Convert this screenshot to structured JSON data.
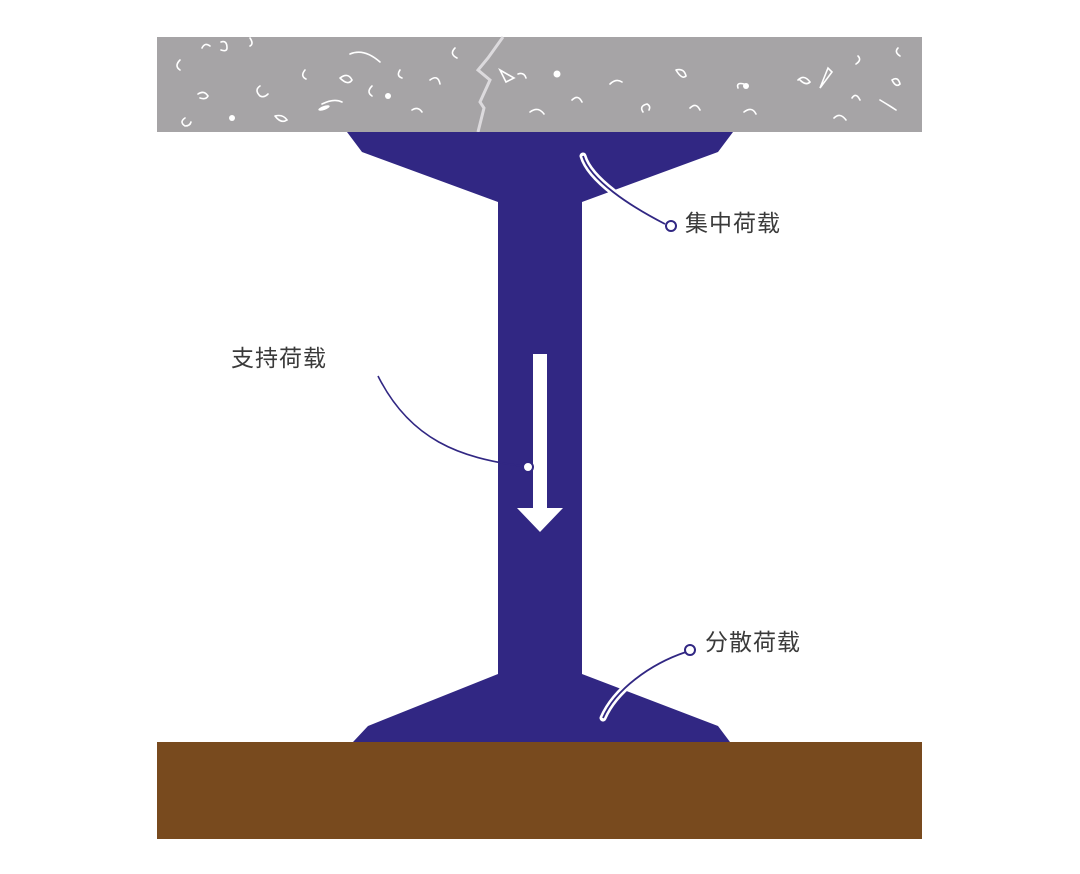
{
  "colors": {
    "background": "#ffffff",
    "concrete": "#a6a4a6",
    "concrete_speckle": "#ffffff",
    "crack": "#d8d6da",
    "column": "#312783",
    "arrow": "#ffffff",
    "ground": "#784a1e",
    "text": "#3a3a3a",
    "leader_line": "#312783"
  },
  "labels": {
    "concentrated_load": "集中荷载",
    "support_load": "支持荷载",
    "distributed_load": "分散荷载"
  },
  "elements": {
    "ceiling": "concrete-slab",
    "column": "i-shaped-column",
    "ground": "soil-foundation",
    "arrow": "down-arrow-icon"
  }
}
